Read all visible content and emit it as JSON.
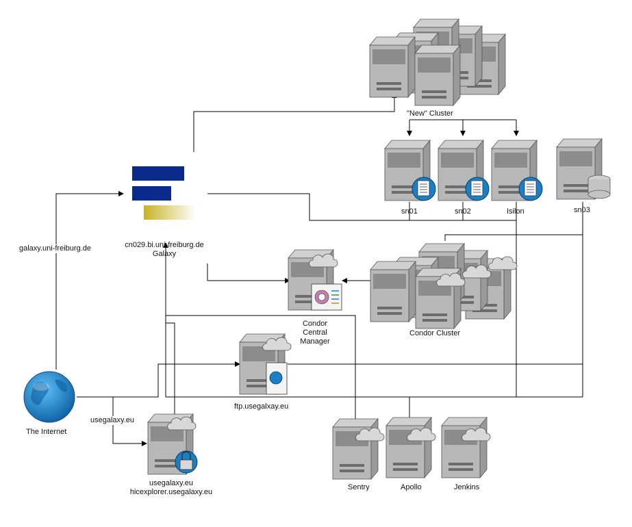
{
  "nodes": {
    "new_cluster": "\"New\" Cluster",
    "sn01": "sn01",
    "sn02": "sn02",
    "isilon": "Isilon",
    "sn03": "sn03",
    "galaxy_host": "cn029.bi.uni-freiburg.de",
    "galaxy_name": "Galaxy",
    "condor_cm_1": "Condor",
    "condor_cm_2": "Central",
    "condor_cm_3": "Manager",
    "condor_cluster": "Condor Cluster",
    "ftp": "ftp.usegalxay.eu",
    "internet": "The Internet",
    "usegalaxy_1": "usegalaxy.eu",
    "usegalaxy_2": "hicexplorer.usegalaxy.eu",
    "sentry": "Sentry",
    "apollo": "Apollo",
    "jenkins": "Jenkins"
  },
  "edges": {
    "internet_to_galaxy": "galaxy.uni-freiburg.de",
    "internet_to_usegalaxy": "usegalaxy.eu"
  },
  "colors": {
    "server_front": "#7f7f7f",
    "server_side": "#a6a6a6",
    "server_top": "#c8c8c8",
    "globe": "#1a7fc4",
    "galaxy_blue": "#0b2b8c",
    "galaxy_gold": "#c8b225",
    "line": "#000000"
  }
}
